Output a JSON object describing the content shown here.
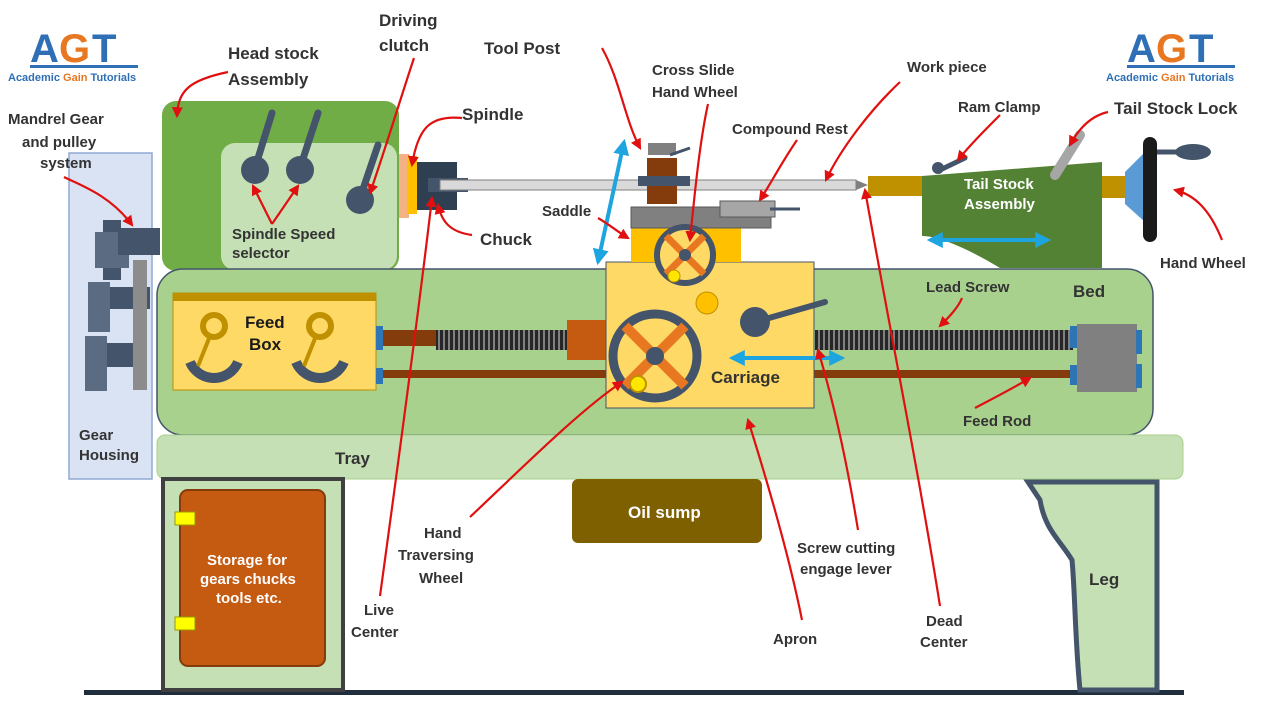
{
  "logos": [
    {
      "prefix": "A",
      "accent": "G",
      "suffix": "T",
      "subtitle_a": "Academic ",
      "subtitle_accent": "Gain",
      "subtitle_b": " Tutorials"
    },
    {
      "prefix": "A",
      "accent": "G",
      "suffix": "T",
      "subtitle_a": "Academic ",
      "subtitle_accent": "Gain",
      "subtitle_b": " Tutorials"
    }
  ],
  "labels": {
    "headstock": [
      "Head stock",
      "Assembly"
    ],
    "driving_clutch": [
      "Driving",
      "clutch"
    ],
    "tool_post": "Tool Post",
    "cross_slide": [
      "Cross Slide",
      "Hand Wheel"
    ],
    "work_piece": "Work piece",
    "ram_clamp": "Ram Clamp",
    "tail_stock_lock": "Tail Stock Lock",
    "mandrel": [
      "Mandrel Gear",
      "and pulley",
      "system"
    ],
    "spindle": "Spindle",
    "compound_rest": "Compound Rest",
    "tail_stock_assembly": [
      "Tail Stock",
      "Assembly"
    ],
    "saddle": "Saddle",
    "spindle_speed": [
      "Spindle Speed",
      "selector"
    ],
    "chuck": "Chuck",
    "hand_wheel": "Hand Wheel",
    "lead_screw": "Lead Screw",
    "bed": "Bed",
    "feed_box": [
      "Feed",
      "Box"
    ],
    "carriage": "Carriage",
    "feed_rod": "Feed Rod",
    "gear_housing": [
      "Gear",
      "Housing"
    ],
    "tray": "Tray",
    "oil_sump": "Oil sump",
    "storage": [
      "Storage for",
      "gears chucks",
      "tools etc."
    ],
    "hand_traversing": [
      "Hand",
      "Traversing",
      "Wheel"
    ],
    "screw_cutting": [
      "Screw cutting",
      "engage lever"
    ],
    "leg": "Leg",
    "live_center": [
      "Live",
      "Center"
    ],
    "apron": "Apron",
    "dead_center": [
      "Dead",
      "Center"
    ]
  },
  "colors": {
    "machine_green": "#70ad47",
    "light_green": "#a9d18e",
    "pale_green": "#c5e0b4",
    "yellow": "#ffd966",
    "orange": "#c55a11",
    "gold": "#bf9000",
    "slate": "#44546a",
    "housing_blue": "#dae3f3",
    "leader_red": "#e01010",
    "arrow_blue": "#1ea5e0"
  }
}
